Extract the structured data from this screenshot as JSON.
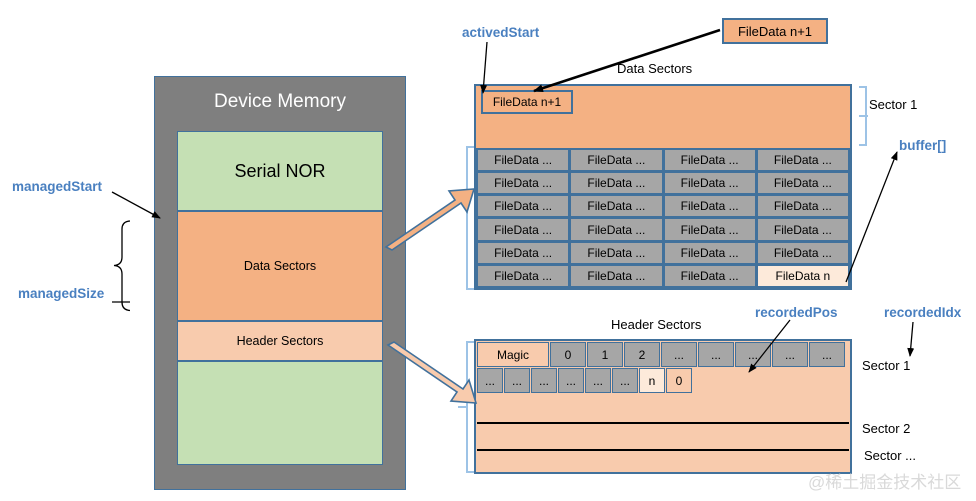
{
  "device_memory": {
    "title": "Device Memory",
    "blocks": [
      {
        "label": "Serial NOR",
        "name": "serial-nor"
      },
      {
        "label": "Data Sectors",
        "name": "data-sectors"
      },
      {
        "label": "Header Sectors",
        "name": "header-sectors"
      },
      {
        "label": "",
        "name": "free-space"
      }
    ]
  },
  "labels": {
    "managedStart": "managedStart",
    "managedSize": "managedSize",
    "activedStart": "activedStart",
    "buffer": "buffer[]",
    "recordedPos": "recordedPos",
    "recordedIdx": "recordedIdx",
    "data_sectors_title": "Data Sectors",
    "header_sectors_title": "Header Sectors",
    "sector_1": "Sector 1",
    "sector_1b": "Sector 1",
    "sector_2": "Sector 2",
    "sector_more": "Sector ..."
  },
  "callout": {
    "filedata_np1": "FileData n+1"
  },
  "data_table": {
    "first_cell": "FileData n+1",
    "cell_label": "FileData ...",
    "last_cell": "FileData n",
    "rows": 6,
    "cols": 4
  },
  "header_table": {
    "row1": [
      "Magic",
      "0",
      "1",
      "2",
      "...",
      "...",
      "...",
      "...",
      "..."
    ],
    "row2": [
      "...",
      "...",
      "...",
      "...",
      "...",
      "...",
      "n",
      "0"
    ]
  },
  "watermark": "@稀土掘金技术社区",
  "colors": {
    "device_memory_bg": "#7f7f7f",
    "green": "#c5e0b4",
    "orange": "#f4b183",
    "light_orange": "#f8cbad",
    "cream": "#fdeada",
    "gray_cell": "#a6a6a6",
    "border_blue": "#41719c",
    "label_blue": "#4a80c0",
    "brace_blue": "#9dc3e6"
  }
}
